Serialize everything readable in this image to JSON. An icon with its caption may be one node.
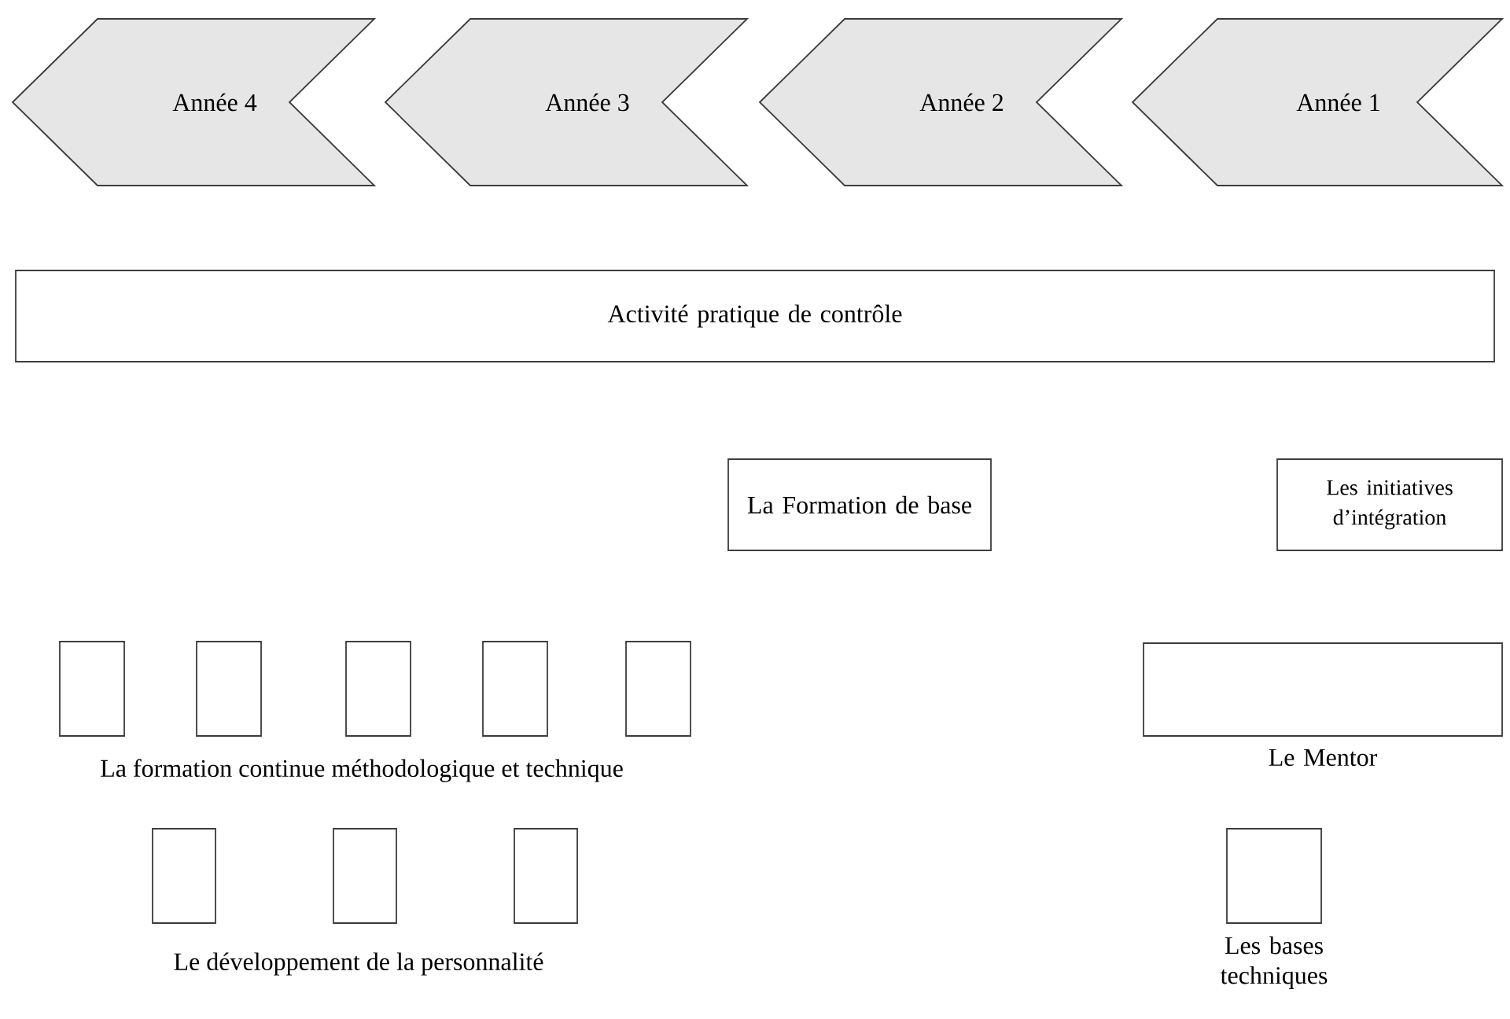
{
  "diagram": {
    "nodes": [
      {
        "text": [
          "Année 4"
        ]
      },
      {
        "text": [
          "Année 3"
        ]
      },
      {
        "text": [
          "Année 2"
        ]
      },
      {
        "text": [
          "Année 1"
        ]
      },
      {
        "text": [
          "Activité pratique de contrôle"
        ]
      },
      {
        "text": [
          "La Formation de base"
        ]
      },
      {
        "text": [
          "Les initiatives d’intégration"
        ]
      },
      {
        "text": [],
        "shape": "box"
      },
      {
        "text": [],
        "shape": "box"
      },
      {
        "text": [],
        "shape": "box"
      },
      {
        "text": [],
        "shape": "box"
      },
      {
        "text": [],
        "shape": "box"
      },
      {
        "text": [
          "Le Mentor"
        ]
      },
      {
        "text": [],
        "shape": "box"
      },
      {
        "text": [],
        "shape": "box"
      },
      {
        "text": [],
        "shape": "box"
      },
      {
        "text": [
          "Les bases techniques"
        ]
      }
    ],
    "labels": [
      "La formation continue méthodologique et technique",
      "Le développement de la personnalité"
    ]
  }
}
